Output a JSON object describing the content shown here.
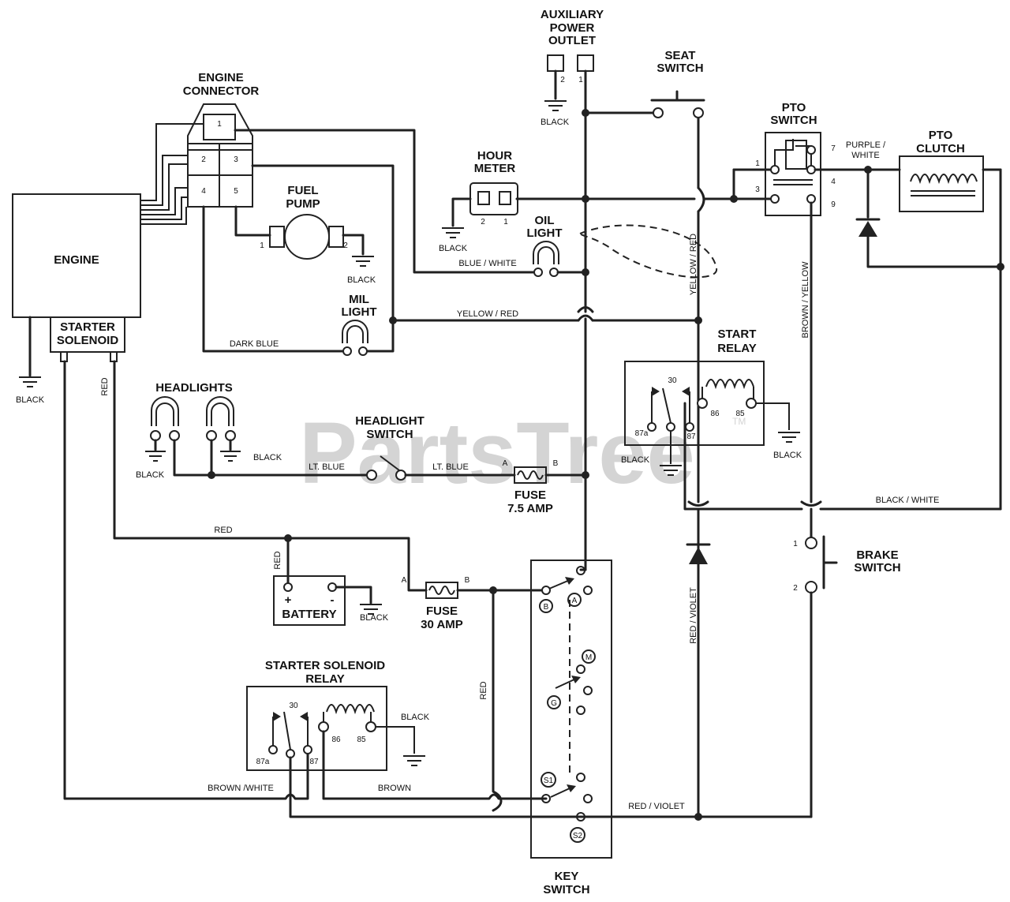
{
  "watermark": "PartsTree",
  "watermark_tm": "TM",
  "components": {
    "aux_outlet": [
      "AUXILIARY",
      "POWER",
      "OUTLET"
    ],
    "seat_switch": [
      "SEAT",
      "SWITCH"
    ],
    "engine_connector": [
      "ENGINE",
      "CONNECTOR"
    ],
    "pto_switch": [
      "PTO",
      "SWITCH"
    ],
    "pto_clutch": [
      "PTO",
      "CLUTCH"
    ],
    "hour_meter": [
      "HOUR",
      "METER"
    ],
    "fuel_pump": [
      "FUEL",
      "PUMP"
    ],
    "oil_light": [
      "OIL",
      "LIGHT"
    ],
    "engine": "ENGINE",
    "mil_light": [
      "MIL",
      "LIGHT"
    ],
    "starter_solenoid": [
      "STARTER",
      "SOLENOID"
    ],
    "start_relay": [
      "START",
      "RELAY"
    ],
    "headlights": "HEADLIGHTS",
    "headlight_switch": [
      "HEADLIGHT",
      "SWITCH"
    ],
    "fuse_75": [
      "FUSE",
      "7.5 AMP"
    ],
    "brake_switch": [
      "BRAKE",
      "SWITCH"
    ],
    "battery": "BATTERY",
    "fuse_30": [
      "FUSE",
      "30 AMP"
    ],
    "starter_relay": [
      "STARTER SOLENOID",
      "RELAY"
    ],
    "key_switch": [
      "KEY",
      "SWITCH"
    ]
  },
  "wires": {
    "black": "BLACK",
    "blue_white": "BLUE / WHITE",
    "yellow_red": "YELLOW / RED",
    "yellow_red_v": "YELLOW / RED",
    "dark_blue": "DARK BLUE",
    "purple_white": [
      "PURPLE /",
      "WHITE"
    ],
    "brown_yellow": "BROWN / YELLOW",
    "red": "RED",
    "lt_blue": "LT. BLUE",
    "black_white": "BLACK / WHITE",
    "red_violet": "RED / VIOLET",
    "brown_white": "BROWN /WHITE",
    "brown": "BROWN"
  },
  "pins": {
    "one": "1",
    "two": "2",
    "three": "3",
    "four": "4",
    "five": "5",
    "seven": "7",
    "nine": "9",
    "a": "A",
    "b": "B",
    "r30": "30",
    "r85": "85",
    "r86": "86",
    "r87": "87",
    "r87a": "87a",
    "plus": "+",
    "minus": "-",
    "k_b": "B",
    "k_a": "A",
    "k_m": "M",
    "k_g": "G",
    "k_s1": "S1",
    "k_s2": "S2"
  }
}
